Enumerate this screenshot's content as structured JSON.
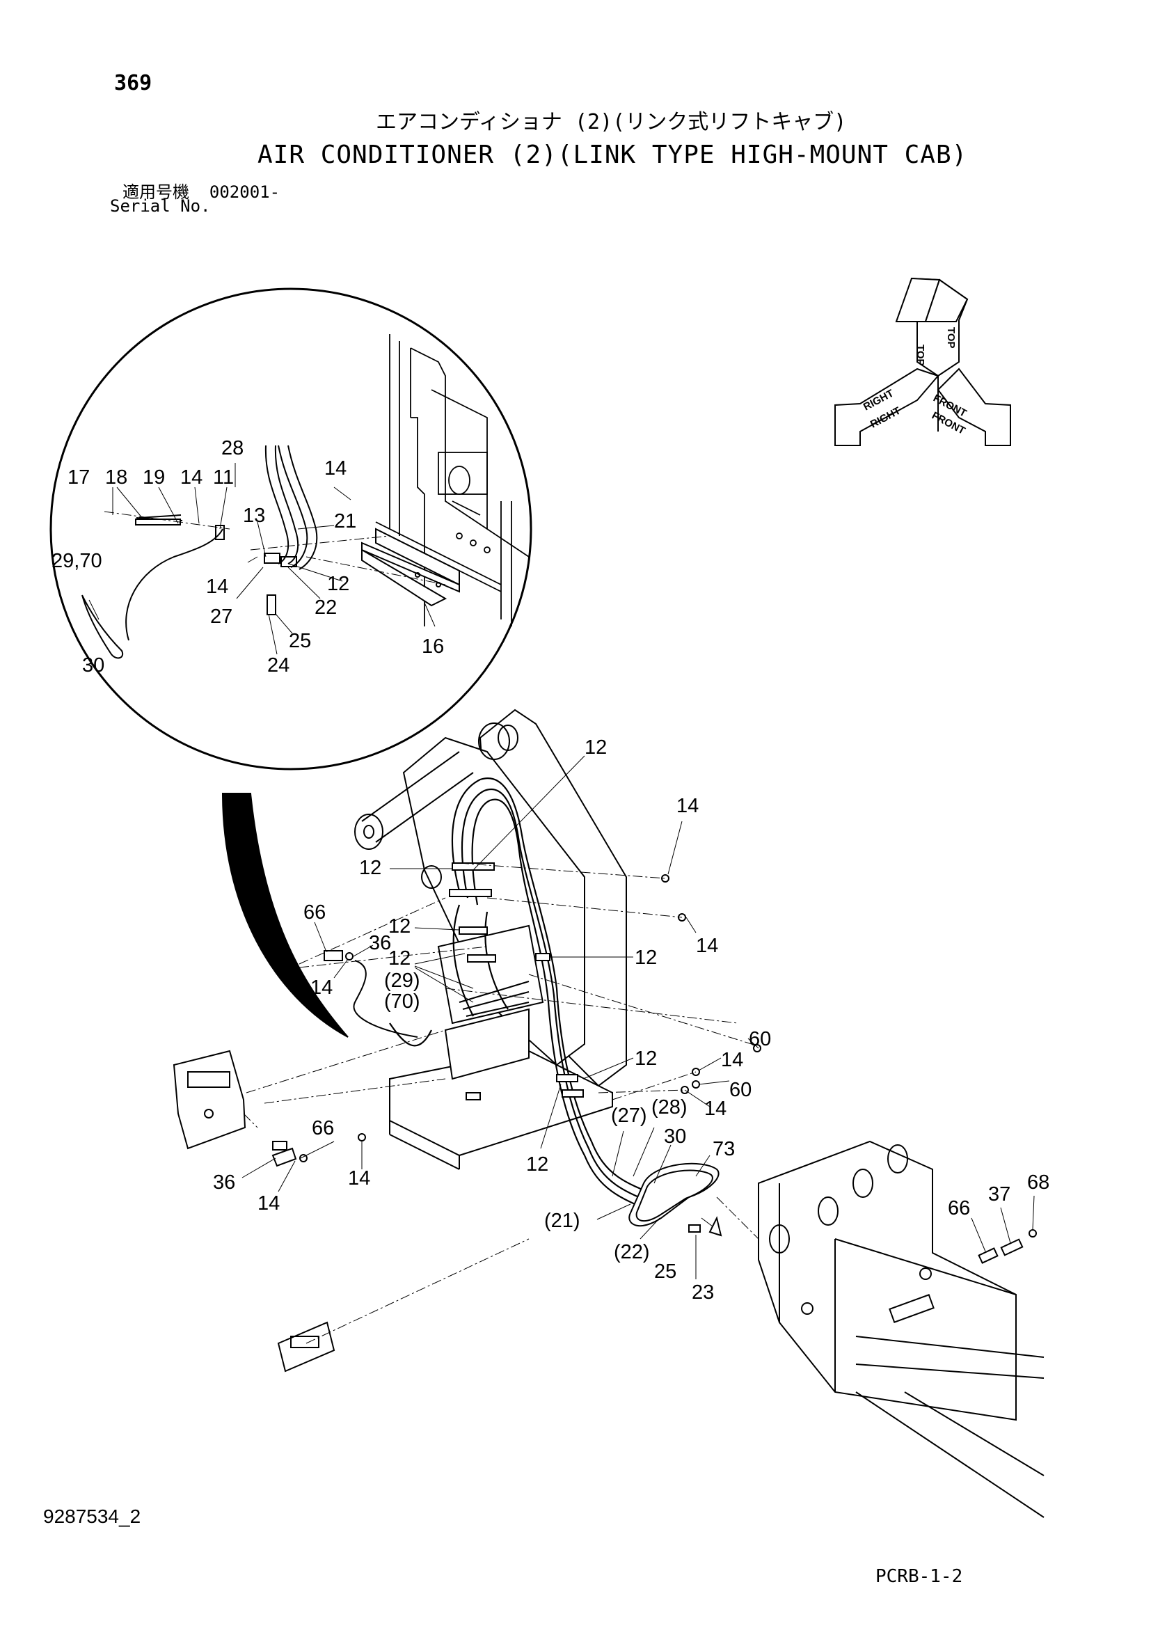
{
  "header": {
    "page_number": "369",
    "title_jp": "エアコンディショナ (2)(リンク式リフトキャブ)",
    "title_en": "AIR CONDITIONER (2)(LINK TYPE HIGH-MOUNT CAB)",
    "serial_label_jp": "適用号機",
    "serial_value": "002001-",
    "serial_label_en": "Serial No."
  },
  "orientation": {
    "top": "TOP",
    "top_mirror": "TOP",
    "right": "RIGHT",
    "right_mirror": "RIGHT",
    "front": "FRONT",
    "front_mirror": "FRONT"
  },
  "callouts_detail": [
    {
      "n": "28"
    },
    {
      "n": "17"
    },
    {
      "n": "18"
    },
    {
      "n": "19"
    },
    {
      "n": "14"
    },
    {
      "n": "11"
    },
    {
      "n": "14"
    },
    {
      "n": "13"
    },
    {
      "n": "21"
    },
    {
      "n": "29,70"
    },
    {
      "n": "14"
    },
    {
      "n": "12"
    },
    {
      "n": "27"
    },
    {
      "n": "22"
    },
    {
      "n": "25"
    },
    {
      "n": "24"
    },
    {
      "n": "30"
    },
    {
      "n": "16"
    }
  ],
  "callouts_main": [
    {
      "n": "12"
    },
    {
      "n": "14"
    },
    {
      "n": "12"
    },
    {
      "n": "66"
    },
    {
      "n": "12"
    },
    {
      "n": "36"
    },
    {
      "n": "12"
    },
    {
      "n": "12"
    },
    {
      "n": "14"
    },
    {
      "n": "14"
    },
    {
      "n": "(29)"
    },
    {
      "n": "(70)"
    },
    {
      "n": "60"
    },
    {
      "n": "12"
    },
    {
      "n": "14"
    },
    {
      "n": "60"
    },
    {
      "n": "(28)"
    },
    {
      "n": "(27)"
    },
    {
      "n": "14"
    },
    {
      "n": "30"
    },
    {
      "n": "73"
    },
    {
      "n": "66"
    },
    {
      "n": "12"
    },
    {
      "n": "14"
    },
    {
      "n": "36"
    },
    {
      "n": "68"
    },
    {
      "n": "14"
    },
    {
      "n": "37"
    },
    {
      "n": "66"
    },
    {
      "n": "(21)"
    },
    {
      "n": "(22)"
    },
    {
      "n": "25"
    },
    {
      "n": "23"
    }
  ],
  "footer": {
    "document_id": "9287534_2",
    "page_code": "PCRB-1-2"
  }
}
